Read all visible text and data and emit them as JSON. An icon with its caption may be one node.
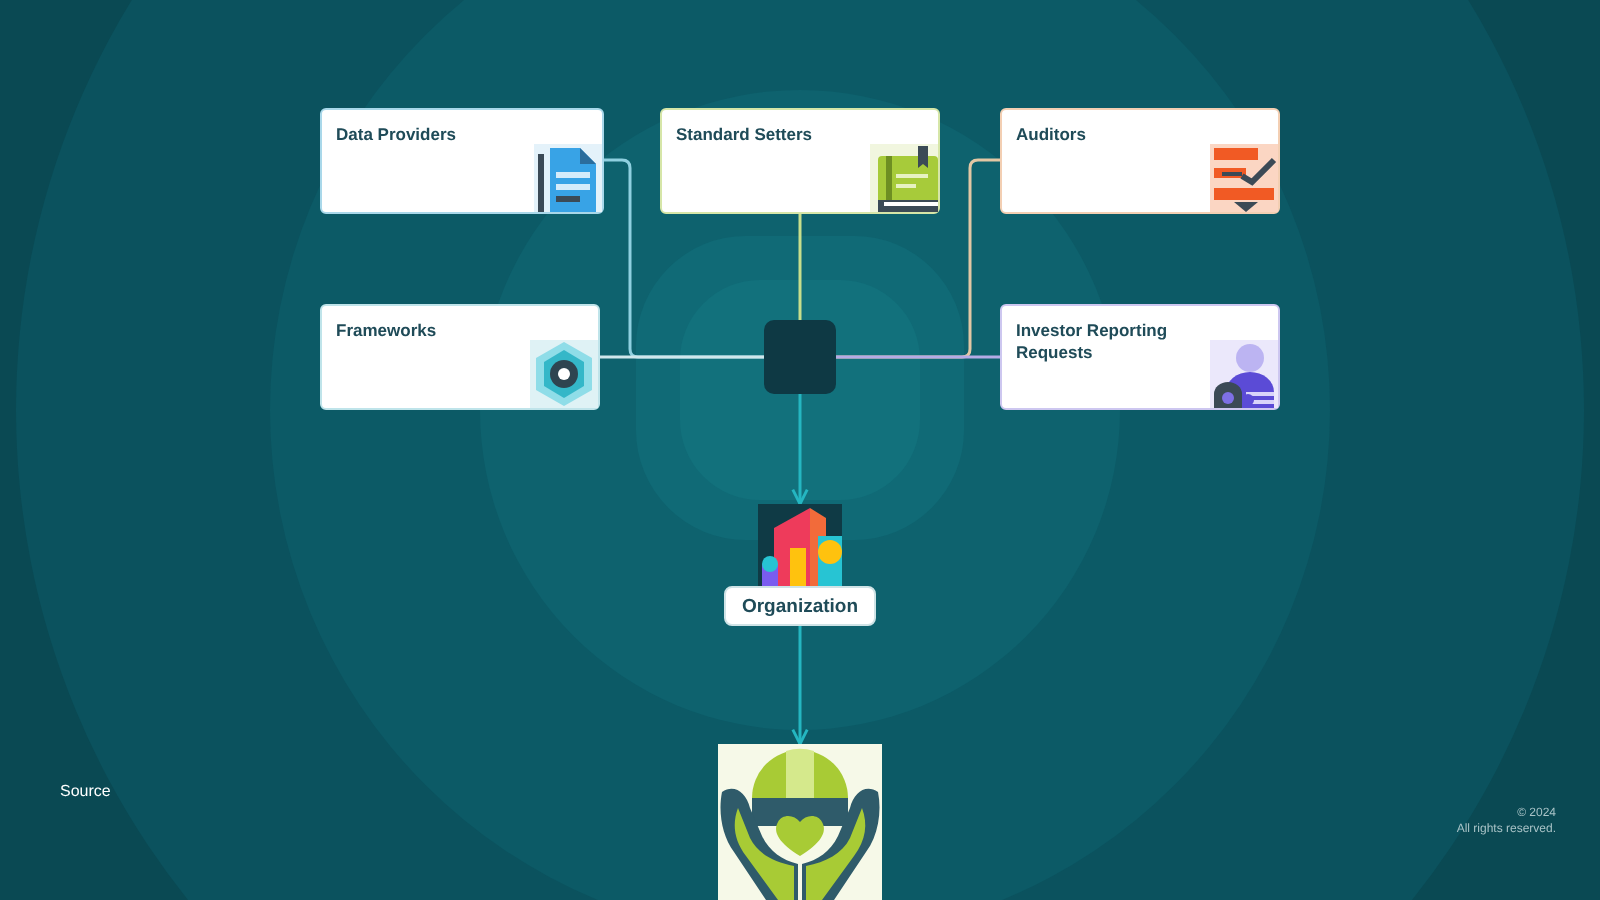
{
  "diagram": {
    "nodes": [
      {
        "text": [
          "Data Providers"
        ]
      },
      {
        "text": [
          "Standard Setters"
        ]
      },
      {
        "text": [
          "Auditors"
        ]
      },
      {
        "text": [
          "Frameworks"
        ]
      },
      {
        "text": [
          "Investor Reporting Requests"
        ]
      },
      {
        "text": [],
        "shape": "box"
      },
      {
        "text": [
          "Organization"
        ]
      },
      {
        "text": [],
        "shape": "picture"
      }
    ],
    "edges": [
      {
        "from": 0,
        "to": 5,
        "arrow": "none",
        "color": "#8fd0e0"
      },
      {
        "from": 1,
        "to": 5,
        "arrow": "none",
        "color": "#c8df8c"
      },
      {
        "from": 2,
        "to": 5,
        "arrow": "none",
        "color": "#e3c7a4"
      },
      {
        "from": 3,
        "to": 5,
        "arrow": "none",
        "color": "#cfe7ec"
      },
      {
        "from": 4,
        "to": 5,
        "arrow": "none",
        "color": "#b4abe6"
      },
      {
        "from": 5,
        "to": 6,
        "arrow": "to",
        "color": "#25b6c1"
      },
      {
        "from": 6,
        "to": 7,
        "arrow": "to",
        "color": "#25b6c1"
      }
    ],
    "labels": [
      "Source",
      "© 2024",
      "All rights reserved."
    ]
  }
}
